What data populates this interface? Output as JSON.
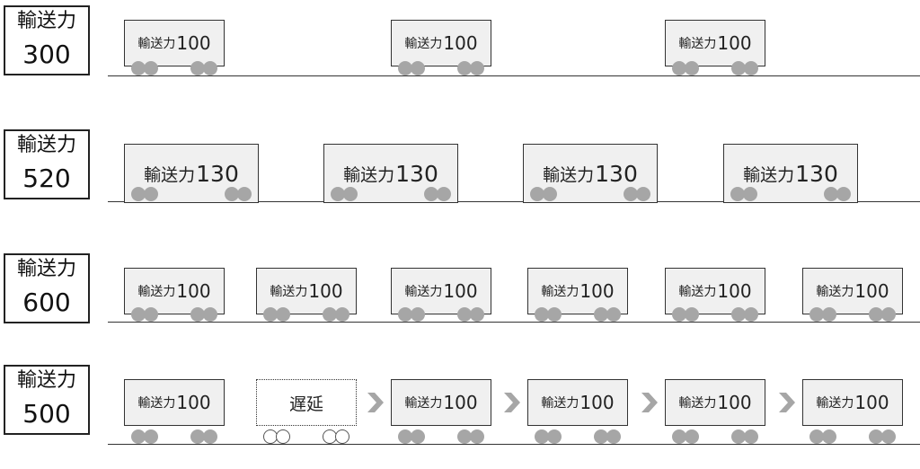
{
  "rows": [
    {
      "label": "輸送力",
      "value": "300",
      "cars": [
        {
          "prefix": "輸送力",
          "capacity": "100",
          "status": "normal"
        },
        {
          "prefix": "輸送力",
          "capacity": "100",
          "status": "normal"
        },
        {
          "prefix": "輸送力",
          "capacity": "100",
          "status": "normal"
        }
      ]
    },
    {
      "label": "輸送力",
      "value": "520",
      "cars": [
        {
          "prefix": "輸送力",
          "capacity": "130",
          "status": "normal"
        },
        {
          "prefix": "輸送力",
          "capacity": "130",
          "status": "normal"
        },
        {
          "prefix": "輸送力",
          "capacity": "130",
          "status": "normal"
        },
        {
          "prefix": "輸送力",
          "capacity": "130",
          "status": "normal"
        }
      ]
    },
    {
      "label": "輸送力",
      "value": "600",
      "cars": [
        {
          "prefix": "輸送力",
          "capacity": "100",
          "status": "normal"
        },
        {
          "prefix": "輸送力",
          "capacity": "100",
          "status": "normal"
        },
        {
          "prefix": "輸送力",
          "capacity": "100",
          "status": "normal"
        },
        {
          "prefix": "輸送力",
          "capacity": "100",
          "status": "normal"
        },
        {
          "prefix": "輸送力",
          "capacity": "100",
          "status": "normal"
        },
        {
          "prefix": "輸送力",
          "capacity": "100",
          "status": "normal"
        }
      ]
    },
    {
      "label": "輸送力",
      "value": "500",
      "cars": [
        {
          "prefix": "輸送力",
          "capacity": "100",
          "status": "normal"
        },
        {
          "text": "遅延",
          "status": "delayed"
        },
        {
          "prefix": "輸送力",
          "capacity": "100",
          "status": "normal"
        },
        {
          "prefix": "輸送力",
          "capacity": "100",
          "status": "normal"
        },
        {
          "prefix": "輸送力",
          "capacity": "100",
          "status": "normal"
        },
        {
          "prefix": "輸送力",
          "capacity": "100",
          "status": "normal"
        }
      ],
      "arrows_between_cars": [
        2,
        3,
        4,
        5
      ]
    }
  ],
  "colors": {
    "car_fill": "#f0f0f0",
    "wheel": "#a6a6a6",
    "chevron": "#a6a6a6",
    "line": "#333333"
  }
}
